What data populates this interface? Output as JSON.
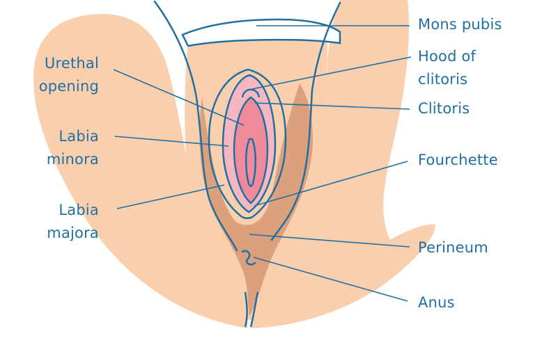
{
  "colors": {
    "skin": "#f9cfae",
    "shadow": "#dca07c",
    "pink_outer": "#f6b7c1",
    "pink_inner": "#ef8a9b",
    "line": "#1f6fa3",
    "label": "#1f6fa3"
  },
  "labels": {
    "mons_pubis": "Mons pubis",
    "hood_of_clitoris": [
      "Hood of",
      "clitoris"
    ],
    "clitoris": "Clitoris",
    "fourchette": "Fourchette",
    "perineum": "Perineum",
    "anus": "Anus",
    "urethral_opening": [
      "Urethal",
      "opening"
    ],
    "labia_minora": [
      "Labia",
      "minora"
    ],
    "labia_majora": [
      "Labia",
      "majora"
    ]
  }
}
